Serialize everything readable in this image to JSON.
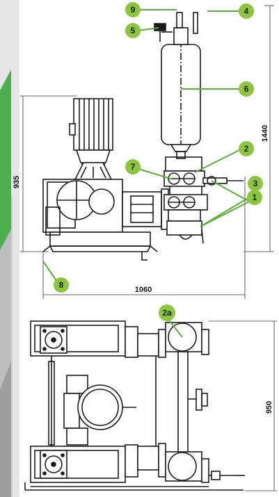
{
  "diagram": {
    "callouts": [
      {
        "id": "c9",
        "label": "9"
      },
      {
        "id": "c4",
        "label": "4"
      },
      {
        "id": "c5",
        "label": "5"
      },
      {
        "id": "c6",
        "label": "6"
      },
      {
        "id": "c2",
        "label": "2"
      },
      {
        "id": "c7",
        "label": "7"
      },
      {
        "id": "c3",
        "label": "3"
      },
      {
        "id": "c1",
        "label": "1"
      },
      {
        "id": "c8",
        "label": "8"
      },
      {
        "id": "c2a",
        "label": "2a"
      }
    ],
    "dimensions": {
      "height_total": "1440",
      "height_side": "935",
      "width_base": "1060",
      "depth_plan": "950"
    },
    "colors": {
      "callout_fill": "#8cc63f",
      "callout_line": "#5aae3a",
      "drawing_line": "#1a1a1a",
      "side_panel_green": "#4cae4c",
      "side_panel_grey": "#c9c9c9"
    }
  }
}
